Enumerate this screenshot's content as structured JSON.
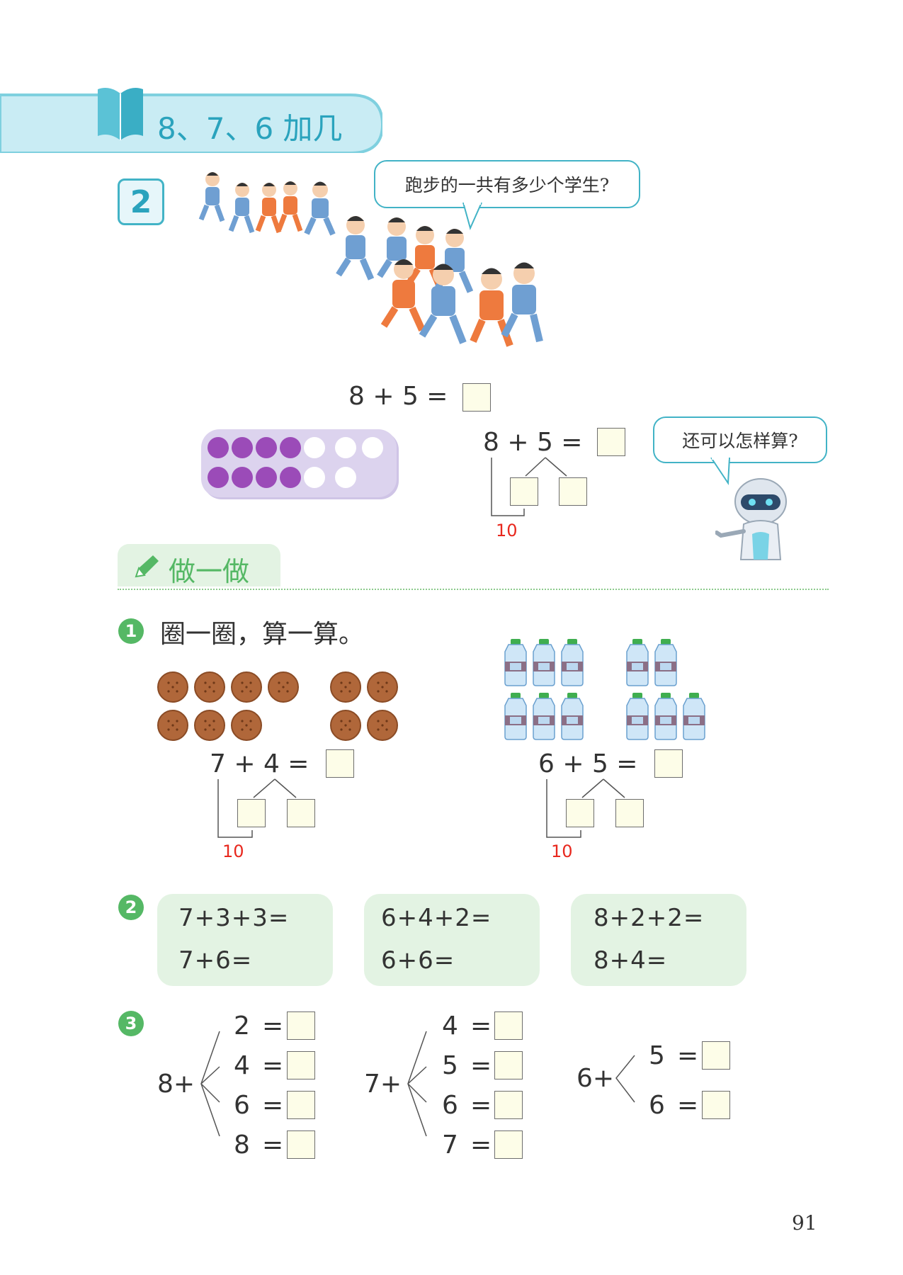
{
  "header": {
    "title": "8、7、6 加几"
  },
  "example": {
    "number": "2",
    "question": "跑步的一共有多少个学生?",
    "equation": "8 + 5 =",
    "equation2": "8 + 5 =",
    "ten_label": "10",
    "robot_question": "还可以怎样算?",
    "counters": {
      "filled_per_row": 4,
      "colors": {
        "filled": "#9b4bb8",
        "empty": "#ffffff",
        "frame": "#dcd3ee"
      }
    }
  },
  "practice": {
    "title": "做一做",
    "q1": {
      "number": "1",
      "instruction": "圈一圈，算一算。",
      "left": {
        "equation": "7 + 4 =",
        "ten_label": "10"
      },
      "right": {
        "equation": "6 + 5 =",
        "ten_label": "10"
      }
    },
    "q2": {
      "number": "2",
      "groups": [
        {
          "line1": "7+3+3=",
          "line2": "7+6="
        },
        {
          "line1": "6+4+2=",
          "line2": "6+6="
        },
        {
          "line1": "8+2+2=",
          "line2": "8+4="
        }
      ]
    },
    "q3": {
      "number": "3",
      "groups": [
        {
          "base": "8+",
          "addends": [
            "2",
            "4",
            "6",
            "8"
          ]
        },
        {
          "base": "7+",
          "addends": [
            "4",
            "5",
            "6",
            "7"
          ]
        },
        {
          "base": "6+",
          "addends": [
            "5",
            "6"
          ]
        }
      ]
    }
  },
  "footer": {
    "page_number": "91"
  },
  "colors": {
    "accent": "#2aa3bd",
    "header_bg": "#c9ecf4",
    "green": "#55b865",
    "red": "#e8281e"
  }
}
